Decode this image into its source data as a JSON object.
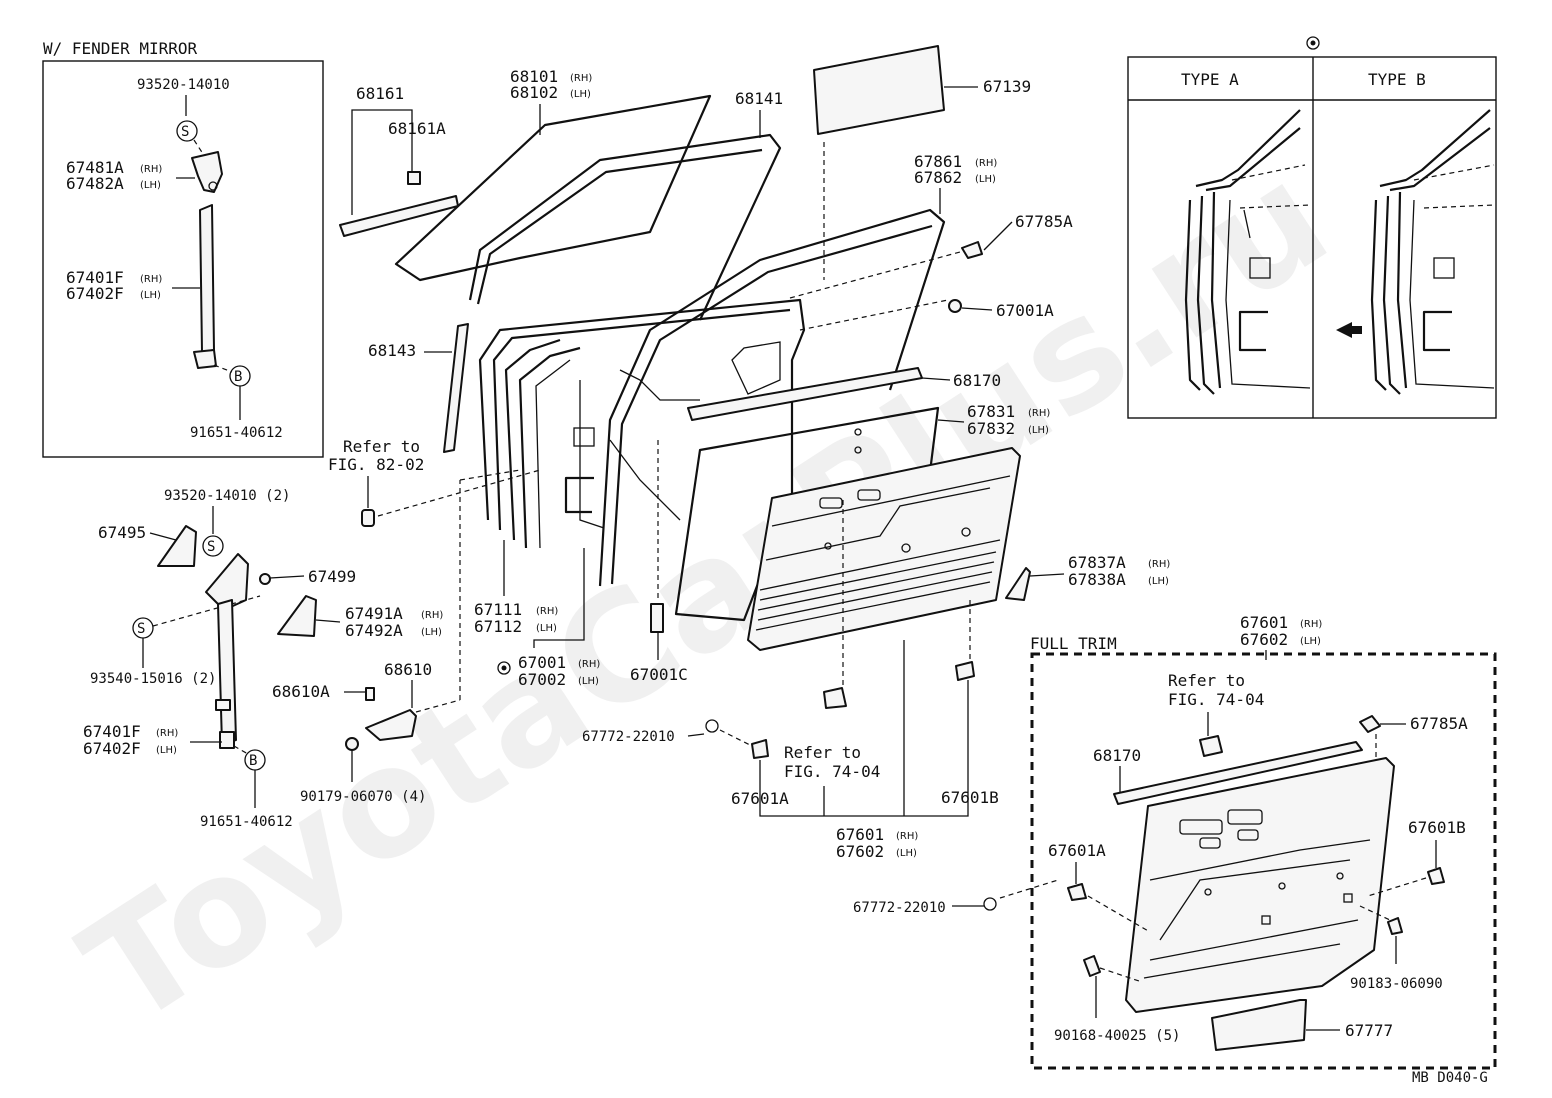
{
  "watermark": "ToyotaCarPlus.ru",
  "figure_code": "MB  D040-G",
  "insets": {
    "fender_mirror_title": "W/ FENDER MIRROR",
    "type_a": "TYPE A",
    "type_b": "TYPE B",
    "full_trim_title": "FULL TRIM"
  },
  "symbols": {
    "s": "S",
    "b": "B"
  },
  "suffix": {
    "rh": "(RH)",
    "lh": "(LH)"
  },
  "refs": {
    "fig_82_02_a": "Refer to",
    "fig_82_02_b": "FIG. 82-02",
    "fig_74_04_a": "Refer to",
    "fig_74_04_b": "FIG. 74-04",
    "fig_74_04_c": "Refer to",
    "fig_74_04_d": "FIG. 74-04"
  },
  "parts": {
    "p93520_14010": "93520-14010",
    "p67481A": "67481A",
    "p67482A": "67482A",
    "p67401F_a": "67401F",
    "p67402F_a": "67402F",
    "p91651_40612_a": "91651-40612",
    "p68161": "68161",
    "p68161A": "68161A",
    "p68101": "68101",
    "p68102": "68102",
    "p68141": "68141",
    "p67139": "67139",
    "p67861": "67861",
    "p67862": "67862",
    "p67785A_a": "67785A",
    "p67001A": "67001A",
    "p68143": "68143",
    "p68170_a": "68170",
    "p67831": "67831",
    "p67832": "67832",
    "p93520_14010_2": "93520-14010 (2)",
    "p67495": "67495",
    "p67499": "67499",
    "p67491A": "67491A",
    "p67492A": "67492A",
    "p93540_15016": "93540-15016 (2)",
    "p68610A": "68610A",
    "p68610": "68610",
    "p67401F_b": "67401F",
    "p67402F_b": "67402F",
    "p90179_06070": "90179-06070 (4)",
    "p91651_40612_b": "91651-40612",
    "p67111": "67111",
    "p67112": "67112",
    "p67001": "67001",
    "p67002": "67002",
    "p67001C": "67001C",
    "p67837A": "67837A",
    "p67838A": "67838A",
    "p67601_a": "67601",
    "p67602_a": "67602",
    "p67772_22010_a": "67772-22010",
    "p67601A_a": "67601A",
    "p67601B_a": "67601B",
    "p67601_b": "67601",
    "p67602_b": "67602",
    "p67785A_b": "67785A",
    "p68170_b": "68170",
    "p67601A_b": "67601A",
    "p67601B_b": "67601B",
    "p67772_22010_b": "67772-22010",
    "p90183_06090": "90183-06090",
    "p90168_40025": "90168-40025 (5)",
    "p67777": "67777"
  }
}
